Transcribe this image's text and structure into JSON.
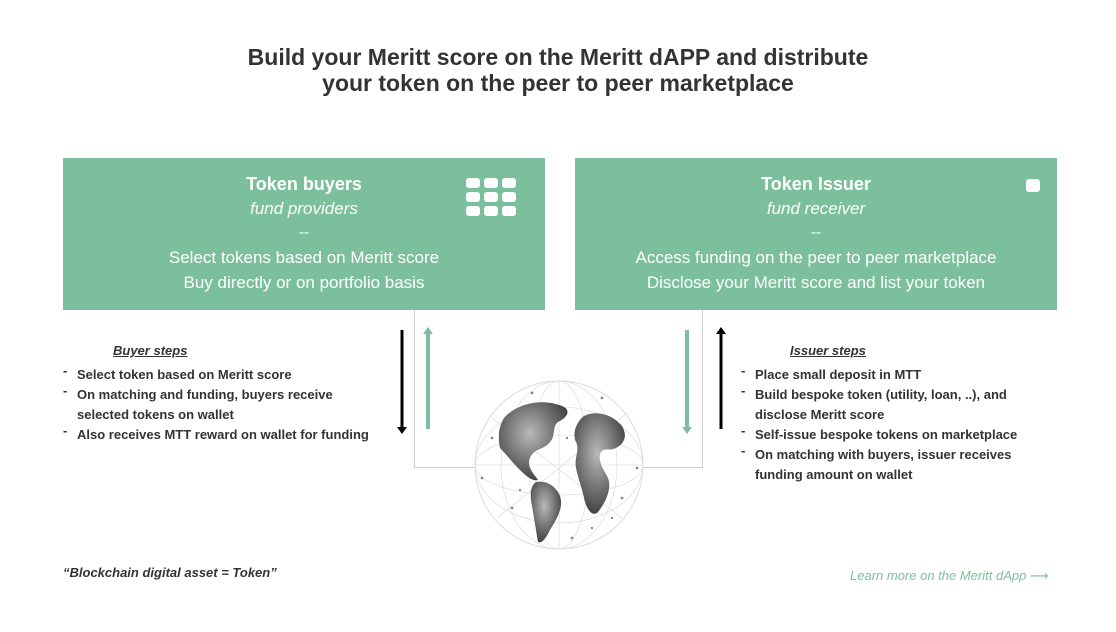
{
  "title": {
    "line1": "Build your Meritt score on the Meritt dAPP and distribute",
    "line2": "your token on the peer to peer marketplace"
  },
  "buyers": {
    "title": "Token buyers",
    "subtitle": "fund providers",
    "dash": "--",
    "line1": "Select tokens based on Meritt score",
    "line2": "Buy directly or on portfolio basis",
    "icon": "grid-icon",
    "steps_heading": "Buyer steps",
    "steps": [
      "Select token based on Meritt score",
      "On matching and funding, buyers receive selected tokens on wallet",
      "Also receives MTT reward on wallet for funding"
    ]
  },
  "issuer": {
    "title": "Token Issuer",
    "subtitle": "fund receiver",
    "dash": "--",
    "line1": "Access funding on the peer to peer marketplace",
    "line2": "Disclose your Meritt score and list your token",
    "icon": "square-icon",
    "steps_heading": "Issuer steps",
    "steps": [
      "Place small deposit in MTT",
      "Build bespoke token (utility, loan, ..), and disclose Meritt score",
      "Self-issue bespoke tokens on marketplace",
      "On matching with buyers, issuer receives funding amount on wallet"
    ]
  },
  "footer": {
    "definition": "“Blockchain digital asset = Token”",
    "learn_more": "Learn more on the Meritt dApp ⟶"
  },
  "colors": {
    "accent": "#7cbf9c",
    "text": "#333333",
    "arrow_dark": "#000000"
  }
}
